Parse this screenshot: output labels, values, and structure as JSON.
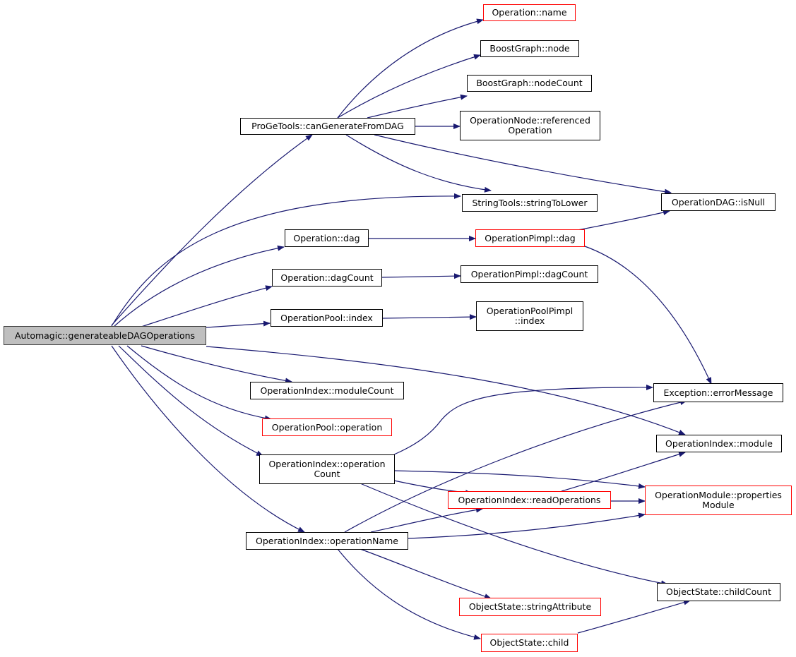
{
  "colors": {
    "edge": "#191970",
    "node_border": "#000000",
    "node_border_red": "#ff0000",
    "root_fill": "#bfbfbf"
  },
  "nodes": {
    "root": {
      "label": "Automagic::generateableDAGOperations"
    },
    "can_generate": {
      "label": "ProGeTools::canGenerateFromDAG"
    },
    "op_name": {
      "label": "Operation::name"
    },
    "bg_node": {
      "label": "BoostGraph::node"
    },
    "bg_nodecount": {
      "label": "BoostGraph::nodeCount"
    },
    "opnode_ref": {
      "line1": "OperationNode::referenced",
      "line2": "Operation"
    },
    "dag_isnull": {
      "label": "OperationDAG::isNull"
    },
    "string_to_lower": {
      "label": "StringTools::stringToLower"
    },
    "op_dag": {
      "label": "Operation::dag"
    },
    "pimpl_dag": {
      "label": "OperationPimpl::dag"
    },
    "op_dagcount": {
      "label": "Operation::dagCount"
    },
    "pimpl_dagcount": {
      "label": "OperationPimpl::dagCount"
    },
    "pool_index": {
      "label": "OperationPool::index"
    },
    "poolpimpl_index": {
      "line1": "OperationPoolPimpl",
      "line2": "::index"
    },
    "idx_modulecount": {
      "label": "OperationIndex::moduleCount"
    },
    "error_message": {
      "label": "Exception::errorMessage"
    },
    "pool_operation": {
      "label": "OperationPool::operation"
    },
    "idx_module": {
      "label": "OperationIndex::module"
    },
    "idx_opcount": {
      "line1": "OperationIndex::operation",
      "line2": "Count"
    },
    "read_ops": {
      "label": "OperationIndex::readOperations"
    },
    "props_module": {
      "line1": "OperationModule::properties",
      "line2": "Module"
    },
    "idx_opname": {
      "label": "OperationIndex::operationName"
    },
    "child_count": {
      "label": "ObjectState::childCount"
    },
    "string_attr": {
      "label": "ObjectState::stringAttribute"
    },
    "obj_child": {
      "label": "ObjectState::child"
    }
  }
}
